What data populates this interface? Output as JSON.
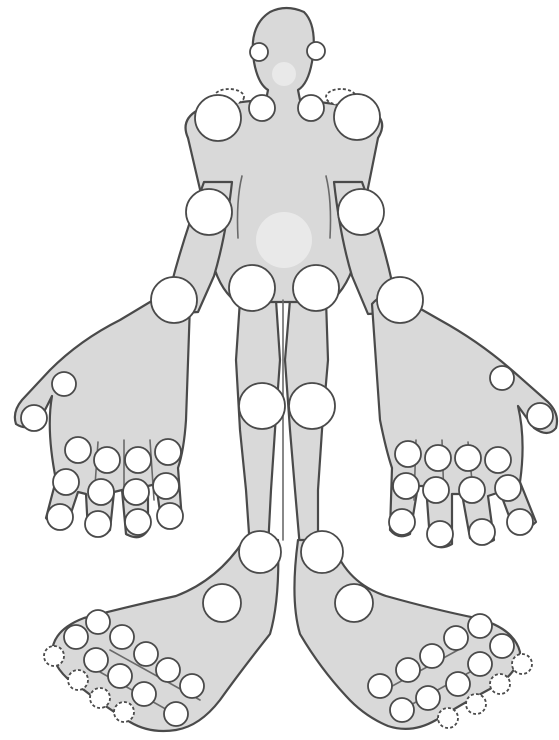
{
  "diagram": {
    "colors": {
      "body_fill": "#d9d9d9",
      "outline": "#4a4a4a",
      "joint_fill": "#ffffff",
      "background": "#ffffff"
    },
    "regions": [
      "head",
      "neck",
      "trunk",
      "left-arm",
      "right-arm",
      "left-hand",
      "right-hand",
      "left-leg",
      "right-leg",
      "left-foot",
      "right-foot"
    ],
    "joint_groups": [
      "jaw",
      "shoulders",
      "elbows",
      "wrists",
      "hips",
      "knees",
      "ankles",
      "hand-fingers",
      "foot-toes"
    ]
  }
}
